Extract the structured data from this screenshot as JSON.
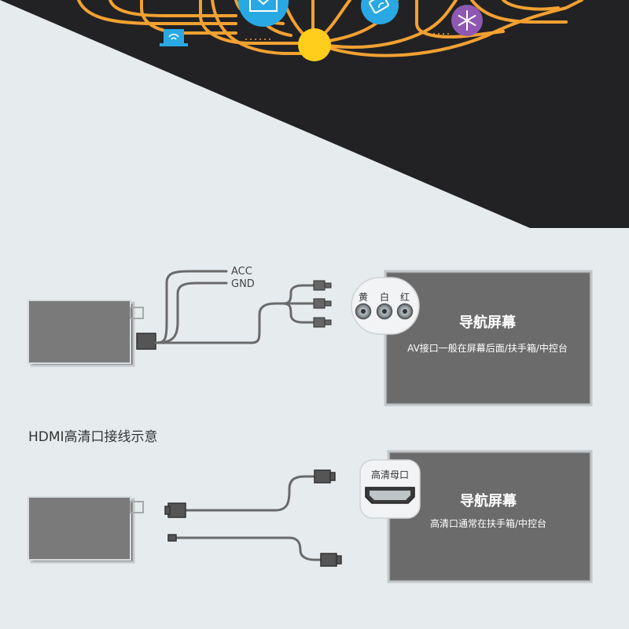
{
  "colors": {
    "background": "#e6ebee",
    "dark_panel": "#222224",
    "track": "#f2a131",
    "node_yellow": "#ffcd1c",
    "icon_blue": "#29a9e3",
    "icon_purple": "#8e58b2",
    "screen_fill": "#6b6b6b",
    "device_fill": "#7a7a7a",
    "cable": "#6a6a6a"
  },
  "hero": {
    "icons": [
      "mail-icon",
      "wireless-card-icon",
      "snowflake-icon",
      "laptop-wifi-icon"
    ]
  },
  "av": {
    "wire_labels": {
      "acc": "ACC",
      "gnd": "GND"
    },
    "jack_labels": {
      "yellow": "黄",
      "white": "白",
      "red": "红"
    },
    "screen": {
      "title": "导航屏幕",
      "note": "AV接口一般在屏幕后面/扶手箱/中控台"
    }
  },
  "hdmi": {
    "section_title": "HDMI高清口接线示意",
    "port_label": "高清母口",
    "screen": {
      "title": "导航屏幕",
      "note": "高清口通常在扶手箱/中控台"
    }
  }
}
